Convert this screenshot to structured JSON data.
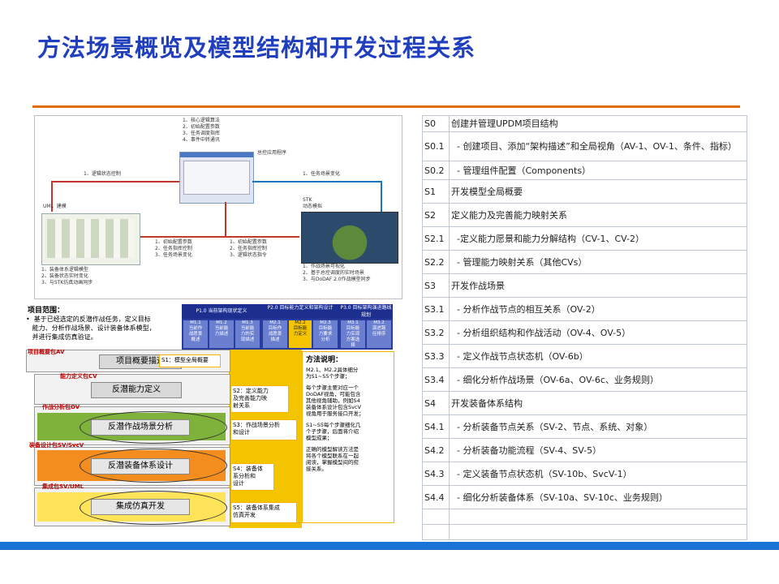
{
  "title": "方法场景概览及模型结构和开发过程关系",
  "colors": {
    "title": "#1f3fbf",
    "rule": "#e36c0a",
    "bottom_bar": "#1a74d6"
  },
  "process_table": [
    {
      "id": "S0",
      "text": "创建并管理UPDM项目结构"
    },
    {
      "id": "S0.1",
      "text": "  - 创建项目、添加“架构描述”和全局视角（AV-1、OV-1、条件、指标）"
    },
    {
      "id": "S0.2",
      "text": "  - 管理组件配置（Components）"
    },
    {
      "id": "S1",
      "text": "开发模型全局概要"
    },
    {
      "id": "S2",
      "text": "定义能力及完善能力映射关系"
    },
    {
      "id": "S2.1",
      "text": "  -定义能力愿景和能力分解结构（CV-1、CV-2）"
    },
    {
      "id": "S2.2",
      "text": "  - 管理能力映射关系（其他CVs）"
    },
    {
      "id": "S3",
      "text": "开发作战场景"
    },
    {
      "id": "S3.1",
      "text": "  - 分析作战节点的相互关系（OV-2）"
    },
    {
      "id": "S3.2",
      "text": "  - 分析组织结构和作战活动（OV-4、OV-5）"
    },
    {
      "id": "S3.3",
      "text": "  - 定义作战节点状态机（OV-6b）"
    },
    {
      "id": "S3.4",
      "text": "  - 细化分析作战场景（OV-6a、OV-6c、业务规则）"
    },
    {
      "id": "S4",
      "text": "开发装备体系结构"
    },
    {
      "id": "S4.1",
      "text": "  - 分析装备节点关系（SV-2、节点、系统、对象）"
    },
    {
      "id": "S4.2",
      "text": "  - 分析装备功能流程（SV-4、SV-5）"
    },
    {
      "id": "S4.3",
      "text": "  - 定义装备节点状态机（SV-10b、SvcV-1）"
    },
    {
      "id": "S4.4",
      "text": "  - 细化分析装备体系（SV-10a、SV-10c、业务规则）"
    },
    {
      "id": "",
      "text": ""
    },
    {
      "id": "",
      "text": ""
    }
  ],
  "top_diagram": {
    "center_list": "1、核心逻辑算法\n2、初始配置参数\n3、任务调度指挥\n4、事件中转通讯",
    "center_label": "总控应用程序",
    "left_arrow": "1、逻辑状态控制",
    "right_arrow": "1、任务场景变化",
    "uml_label": "UML  建模",
    "uml_list": "1、装备体系逻辑模型\n2、装备状态实时变化\n3、与STK仿真动画同步",
    "mid_left_list": "1、初始配置参数\n2、任务指挥控制\n3、任务场景变化",
    "mid_right_list": "1、初始配置参数\n2、任务指挥控制\n3、逻辑状态指令",
    "stk_label": "STK\n动态模拟",
    "stk_list": "1、作战场景可视化\n2、基于总控调度的实时场景\n3、与DoDAF 2.0作战模型同步"
  },
  "bottom_diagram": {
    "scope_title": "项目范围：",
    "scope_text": "•  基于已经选定的反潜作战任务，定义目标\n   能力、分析作战场景、设计装备体系模型，\n   并进行集成仿真验证。",
    "phases": [
      {
        "title": "P1.0 当前架构现状定义",
        "cells": [
          "M1.1\n当前作\n战愿景\n概述",
          "M1.2\n当前能\n力描述",
          "M1.3\n当前能\n力的实\n现描述"
        ]
      },
      {
        "title": "P2.0 目标能力定义和架构设计",
        "cells": [
          "M2.1\n目标作\n战愿景\n描述",
          "M2.2\n目标能\n力定义",
          "M2.3\n目标能\n力要求\n分析"
        ]
      },
      {
        "title": "P3.0 目标架构演进路线规划",
        "cells": [
          "M3.1\n目标能\n力实现\n方案选\n择",
          "M3.2\n演进路\n径排序"
        ]
      }
    ],
    "bands": [
      {
        "tag": "项目概要包AV",
        "box": "项目概要描述",
        "step": "S1：模型全局概要"
      },
      {
        "tag": "能力定义包CV",
        "box": "反潜能力定义",
        "step": "S2：定义能力\n及完善能力映\n射关系"
      },
      {
        "tag": "作战分析包OV",
        "box": "反潜作战场景分析",
        "step": "S3：作战场景分析\n和设计"
      },
      {
        "tag": "装备设计包SV/SvcV",
        "box": "反潜装备体系设计",
        "step": "S4：装备体\n系分析和\n设计"
      },
      {
        "tag": "集成包SV/UML",
        "box": "集成仿真开发",
        "step": "S5：装备体系集成\n仿真开发"
      }
    ],
    "method_title": "方法说明：",
    "method_notes": [
      "M2.1、M2.2具体细分\n为S1~S5个步骤；",
      "每个步骤主要对应一个\nDoDAF视角，可能包含\n其他视角辅助，例如S4\n装备体系设计包含SvcV\n视角用于服务接口开发；",
      "S1~S5每个步骤细化几\n个子步骤，后面将介绍\n模型成果；",
      "正确的模型解读方法是\n将各个模型联系在一起\n阅读，掌握模型间的衔\n接关系。"
    ]
  }
}
